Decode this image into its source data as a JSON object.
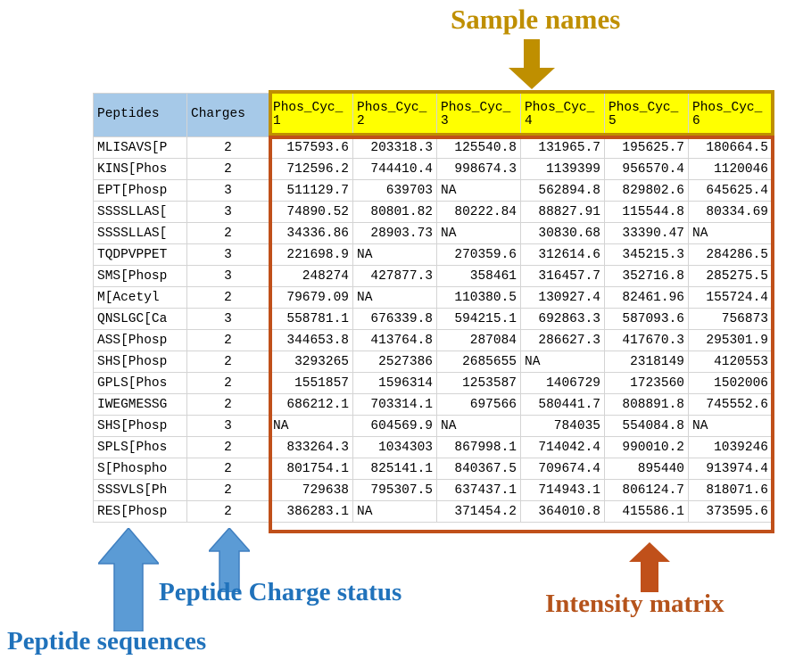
{
  "annotations": {
    "sample_names": "Sample names",
    "peptide_charge_status": "Peptide Charge status",
    "peptide_sequences": "Peptide sequences",
    "intensity_matrix": "Intensity matrix"
  },
  "colors": {
    "sample_names_accent": "#bf8f00",
    "intensity_accent": "#c0501a",
    "annotation_blue": "#2072bb",
    "header_label_bg": "#a6c9e8",
    "header_sample_bg": "#ffff00"
  },
  "table": {
    "headers": {
      "peptides": "Peptides",
      "charges": "Charges",
      "samples": [
        "Phos_Cyc_1",
        "Phos_Cyc_2",
        "Phos_Cyc_3",
        "Phos_Cyc_4",
        "Phos_Cyc_5",
        "Phos_Cyc_6"
      ]
    },
    "rows": [
      {
        "peptide": "MLISAVS[P",
        "charge": "2",
        "values": [
          "157593.6",
          "203318.3",
          "125540.8",
          "131965.7",
          "195625.7",
          "180664.5"
        ]
      },
      {
        "peptide": "KINS[Phos",
        "charge": "2",
        "values": [
          "712596.2",
          "744410.4",
          "998674.3",
          "1139399",
          "956570.4",
          "1120046"
        ]
      },
      {
        "peptide": "EPT[Phosp",
        "charge": "3",
        "values": [
          "511129.7",
          "639703",
          "NA",
          "562894.8",
          "829802.6",
          "645625.4"
        ]
      },
      {
        "peptide": "SSSSLLAS[",
        "charge": "3",
        "values": [
          "74890.52",
          "80801.82",
          "80222.84",
          "88827.91",
          "115544.8",
          "80334.69"
        ]
      },
      {
        "peptide": "SSSSLLAS[",
        "charge": "2",
        "values": [
          "34336.86",
          "28903.73",
          "NA",
          "30830.68",
          "33390.47",
          "NA"
        ]
      },
      {
        "peptide": "TQDPVPPET",
        "charge": "3",
        "values": [
          "221698.9",
          "NA",
          "270359.6",
          "312614.6",
          "345215.3",
          "284286.5"
        ]
      },
      {
        "peptide": "SMS[Phosp",
        "charge": "3",
        "values": [
          "248274",
          "427877.3",
          "358461",
          "316457.7",
          "352716.8",
          "285275.5"
        ]
      },
      {
        "peptide": "M[Acetyl",
        "charge": "2",
        "values": [
          "79679.09",
          "NA",
          "110380.5",
          "130927.4",
          "82461.96",
          "155724.4"
        ]
      },
      {
        "peptide": "QNSLGC[Ca",
        "charge": "3",
        "values": [
          "558781.1",
          "676339.8",
          "594215.1",
          "692863.3",
          "587093.6",
          "756873"
        ]
      },
      {
        "peptide": "ASS[Phosp",
        "charge": "2",
        "values": [
          "344653.8",
          "413764.8",
          "287084",
          "286627.3",
          "417670.3",
          "295301.9"
        ]
      },
      {
        "peptide": "SHS[Phosp",
        "charge": "2",
        "values": [
          "3293265",
          "2527386",
          "2685655",
          "NA",
          "2318149",
          "4120553"
        ]
      },
      {
        "peptide": "GPLS[Phos",
        "charge": "2",
        "values": [
          "1551857",
          "1596314",
          "1253587",
          "1406729",
          "1723560",
          "1502006"
        ]
      },
      {
        "peptide": "IWEGMESSG",
        "charge": "2",
        "values": [
          "686212.1",
          "703314.1",
          "697566",
          "580441.7",
          "808891.8",
          "745552.6"
        ]
      },
      {
        "peptide": "SHS[Phosp",
        "charge": "3",
        "values": [
          "NA",
          "604569.9",
          "NA",
          "784035",
          "554084.8",
          "NA"
        ]
      },
      {
        "peptide": "SPLS[Phos",
        "charge": "2",
        "values": [
          "833264.3",
          "1034303",
          "867998.1",
          "714042.4",
          "990010.2",
          "1039246"
        ]
      },
      {
        "peptide": "S[Phospho",
        "charge": "2",
        "values": [
          "801754.1",
          "825141.1",
          "840367.5",
          "709674.4",
          "895440",
          "913974.4"
        ]
      },
      {
        "peptide": "SSSVLS[Ph",
        "charge": "2",
        "values": [
          "729638",
          "795307.5",
          "637437.1",
          "714943.1",
          "806124.7",
          "818071.6"
        ]
      },
      {
        "peptide": "RES[Phosp",
        "charge": "2",
        "values": [
          "386283.1",
          "NA",
          "371454.2",
          "364010.8",
          "415586.1",
          "373595.6"
        ]
      }
    ]
  }
}
